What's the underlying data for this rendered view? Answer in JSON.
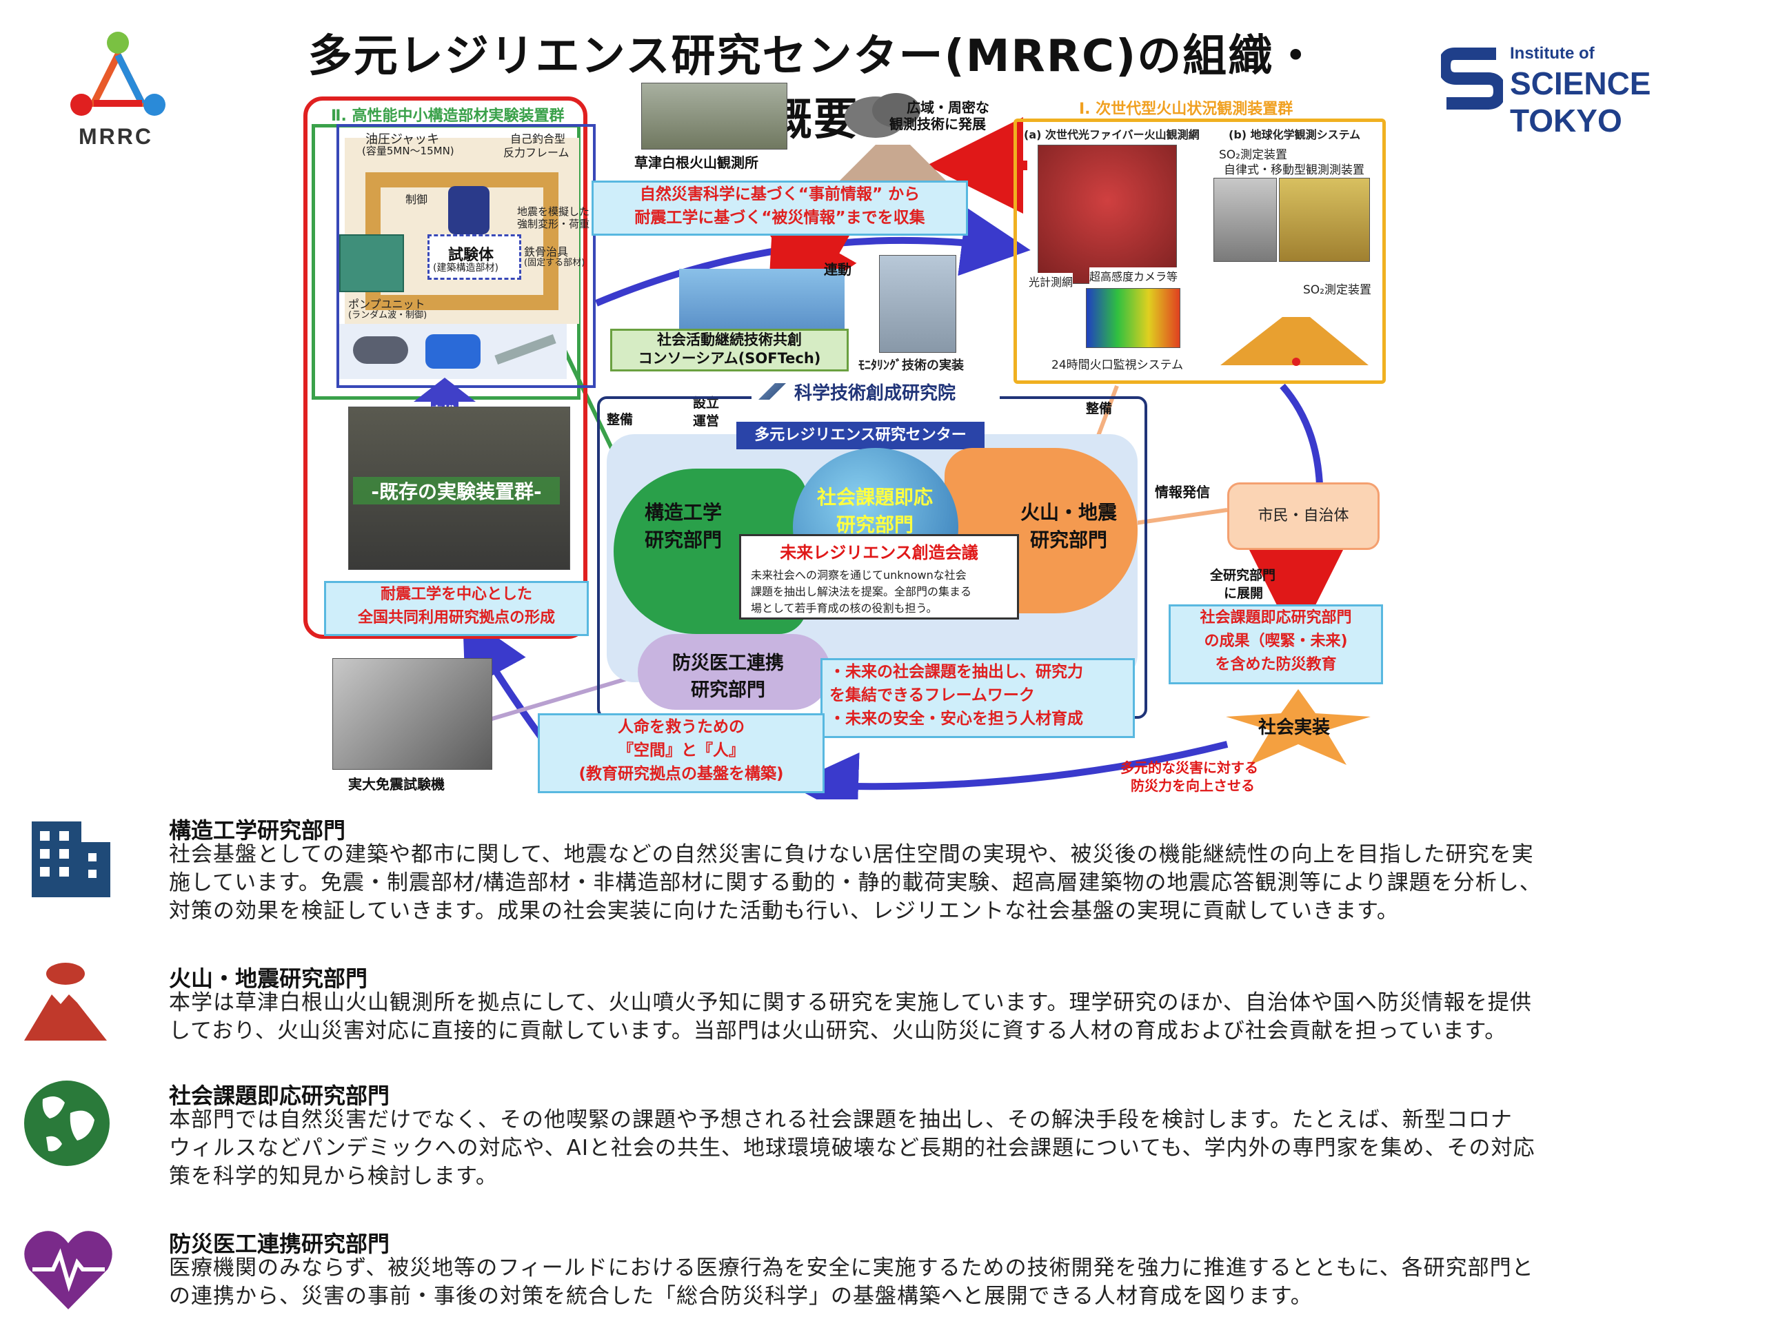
{
  "title": "多元レジリエンス研究センター(MRRC)の組織・概要",
  "logo_mrrc": "MRRC",
  "logo_tokyo": {
    "line1": "Institute of",
    "line2": "SCIENCE TOKYO"
  },
  "diagram": {
    "sec2_title": "Ⅱ. 高性能中小構造部材実験装置群",
    "jack": "油圧ジャッキ",
    "jack_cap": "(容量5MN～15MN)",
    "frame1": "自己釣合型",
    "frame2": "反力フレーム",
    "control": "制御",
    "sim1": "地震を模擬した",
    "sim2": "強制変形・荷重",
    "specimen": "試験体",
    "specimen_sub": "(建築構造部材)",
    "steel1": "鉄骨治具",
    "steel2": "(固定する部材)",
    "pump": "ポンプユニット",
    "pump_sub": "(ランダム波・制御)",
    "renkei": "連携",
    "existing": "-既存の実験装置群-",
    "hub1": "耐震工学を中心とした",
    "hub2": "全国共同利用研究拠点の形成",
    "kusatsu": "草津白根火山観測所",
    "wide1": "広域・周密な",
    "wide2": "観測技術に発展",
    "sec1_title": "Ⅰ. 次世代型火山状況観測装置群",
    "fiber": "(a) 次世代光ファイバー火山観測網",
    "chem": "(b) 地球化学観測システム",
    "so2a": "SO₂測定装置",
    "auto": "自律式・移動型観測測装置",
    "hikari": "光計測網",
    "camera": "超高感度カメラ等",
    "so2b": "SO₂測定装置",
    "monitor24": "24時間火口監視システム",
    "collect1": "自然災害科学に基づく“事前情報” から",
    "collect2": "耐震工学に基づく“被災情報”までを収集",
    "rendo": "連動",
    "soft1": "社会活動継続技術共創",
    "soft2": "コンソーシアム(SOFTech)",
    "monitoring_tech": "ﾓﾆﾀﾘﾝｸﾞ技術の実装",
    "setsuritsu1": "設立",
    "setsuritsu2": "運営",
    "kagaku": "科学技術創成研究院",
    "seibi_l": "整備",
    "seibi_r": "整備",
    "center": "多元レジリエンス研究センター",
    "kozo1": "構造工学",
    "kozo2": "研究部門",
    "shakai1": "社会課題即応",
    "shakai2": "研究部門",
    "kazan1": "火山・地震",
    "kazan2": "研究部門",
    "mirai_title": "未来レジリエンス創造会議",
    "mirai_l1": "未来社会への洞察を通じてunknownな社会",
    "mirai_l2": "課題を抽出し解決法を提案。全部門の集まる",
    "mirai_l3": "場として若手育成の核の役割も担う。",
    "joho": "情報発信",
    "shimin": "市民・自治体",
    "zenbumon1": "全研究部門",
    "zenbumon2": "に展開",
    "bosai_res1": "社会課題即応研究部門",
    "bosai_res2": "の成果（喫緊・未来)",
    "bosai_res3": "を含めた防災教育",
    "shakai_jisso": "社会実装",
    "tagen1": "多元的な災害に対する",
    "tagen2": "防災力を向上させる",
    "bosaiiko1": "防災医工連携",
    "bosaiiko2": "研究部門",
    "framework1": "・未来の社会課題を抽出し、研究力",
    "framework2": "を集結できるフレームワーク",
    "framework3": "・未来の安全・安心を担う人材育成",
    "jinmei1": "人命を救うための",
    "jinmei2": "『空間』と『人』",
    "jinmei3": "(教育研究拠点の基盤を構築)",
    "jitsudai": "実大免震試験機"
  },
  "sections": [
    {
      "icon": "building-icon",
      "heading": "構造工学研究部門",
      "lines": [
        "社会基盤としての建築や都市に関して、地震などの自然災害に負けない居住空間の実現や、被災後の機能継続性の向上を目指した研究を実",
        "施しています。免震・制震部材/構造部材・非構造部材に関する動的・静的載荷実験、超高層建築物の地震応答観測等により課題を分析し、",
        "対策の効果を検証していきます。成果の社会実装に向けた活動も行い、レジリエントな社会基盤の実現に貢献していきます。"
      ]
    },
    {
      "icon": "volcano-icon",
      "heading": "火山・地震研究部門",
      "lines": [
        "本学は草津白根山火山観測所を拠点にして、火山噴火予知に関する研究を実施しています。理学研究のほか、自治体や国へ防災情報を提供",
        "しており、火山災害対応に直接的に貢献しています。当部門は火山研究、火山防災に資する人材の育成および社会貢献を担っています。"
      ]
    },
    {
      "icon": "globe-icon",
      "heading": "社会課題即応研究部門",
      "lines": [
        "本部門では自然災害だけでなく、その他喫緊の課題や予想される社会課題を抽出し、その解決手段を検討します。たとえば、新型コロナ",
        "ウィルスなどパンデミックへの対応や、AIと社会の共生、地球環境破壊など長期的社会課題についても、学内外の専門家を集め、その対応",
        "策を科学的知見から検討します。"
      ]
    },
    {
      "icon": "heart-pulse-icon",
      "heading": "防災医工連携研究部門",
      "lines": [
        "医療機関のみならず、被災地等のフィールドにおける医療行為を安全に実施するための技術開発を強力に推進するとともに、各研究部門と",
        "の連携から、災害の事前・事後の対策を統合した「総合防災科学」の基盤構築へと展開できる人材育成を図ります。"
      ]
    }
  ]
}
